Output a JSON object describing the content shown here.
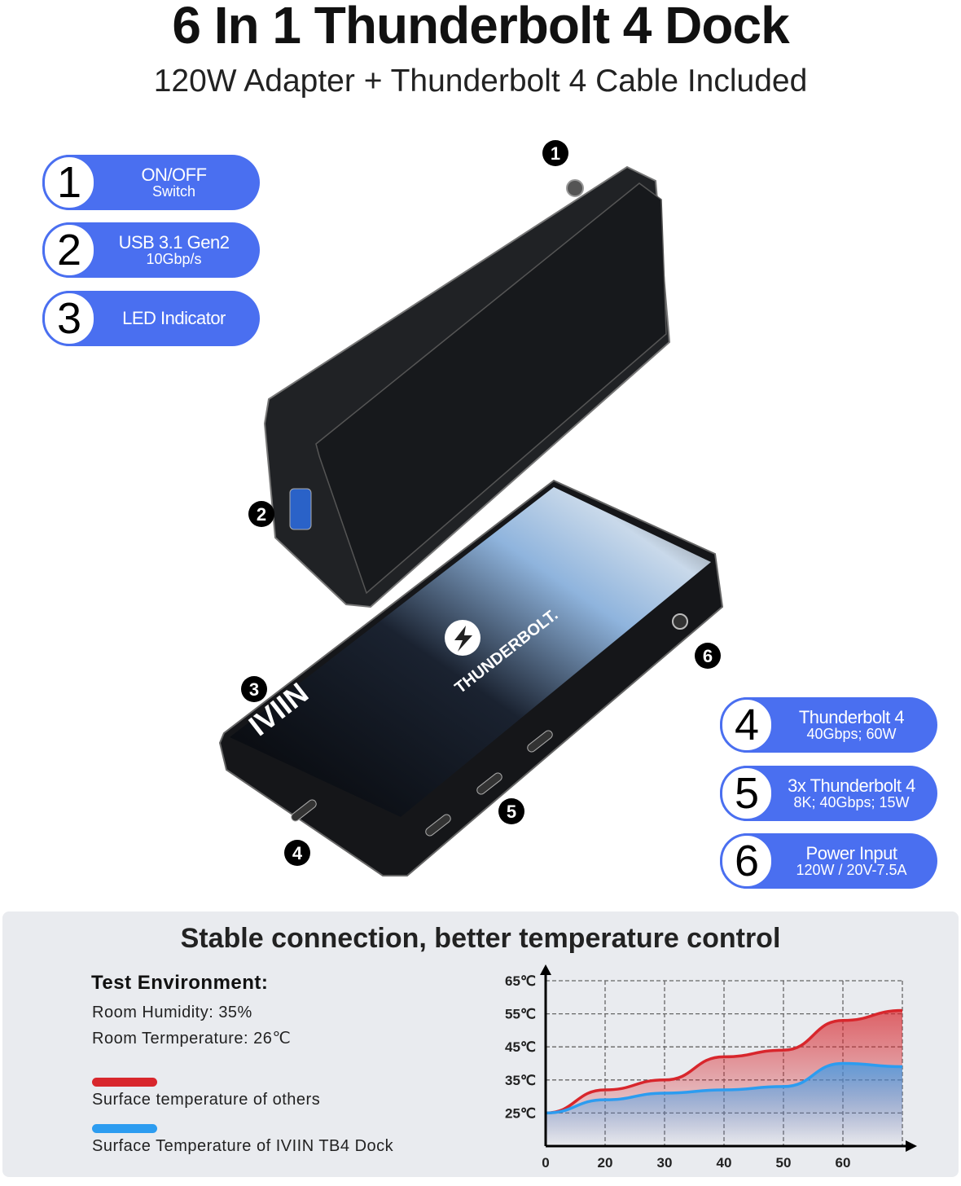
{
  "title": "6 In 1 Thunderbolt 4 Dock",
  "subtitle": "120W Adapter + Thunderbolt 4 Cable Included",
  "features": [
    {
      "num": "1",
      "line1": "ON/OFF",
      "line2": "Switch"
    },
    {
      "num": "2",
      "line1": "USB 3.1 Gen2",
      "line2": "10Gbp/s"
    },
    {
      "num": "3",
      "line1": "LED Indicator",
      "line2": ""
    },
    {
      "num": "4",
      "line1": "Thunderbolt 4",
      "line2": "40Gbps; 60W"
    },
    {
      "num": "5",
      "line1": "3x Thunderbolt 4",
      "line2": "8K; 40Gbps; 15W"
    },
    {
      "num": "6",
      "line1": "Power Input",
      "line2": "120W / 20V-7.5A"
    }
  ],
  "device": {
    "brand": "IVIIN",
    "logo_text": "THUNDERBOLT."
  },
  "markers": [
    "1",
    "2",
    "3",
    "4",
    "5",
    "6"
  ],
  "colors": {
    "accent": "#4a6ff0",
    "red_series": "#d8262c",
    "blue_series": "#2c9cf0",
    "panel_bg": "#e9ebef"
  },
  "panel": {
    "title": "Stable connection, better temperature control",
    "env_title": "Test Environment:",
    "env_lines": [
      "Room Humidity: 35%",
      "Room Termperature: 26℃"
    ],
    "legend": [
      {
        "label": "Surface temperature of others",
        "color": "#d8262c"
      },
      {
        "label": "Surface Temperature of IVIIN TB4 Dock",
        "color": "#2c9cf0"
      }
    ]
  },
  "chart_data": {
    "type": "area",
    "x_tick_labels": [
      "0",
      "20",
      "30",
      "40",
      "50",
      "60"
    ],
    "y_tick_labels": [
      "65℃",
      "55℃",
      "45℃",
      "35℃",
      "25℃"
    ],
    "y_ticks": [
      65,
      55,
      45,
      35,
      25
    ],
    "ylim": [
      15,
      65
    ],
    "grid": true,
    "legend_placement": "left",
    "series": [
      {
        "name": "Surface temperature of others",
        "color": "#d8262c",
        "values": [
          25,
          32,
          35,
          42,
          44,
          53,
          56
        ]
      },
      {
        "name": "Surface Temperature of IVIIN TB4 Dock",
        "color": "#2c9cf0",
        "values": [
          25,
          29,
          31,
          32,
          33,
          40,
          39
        ]
      }
    ]
  }
}
